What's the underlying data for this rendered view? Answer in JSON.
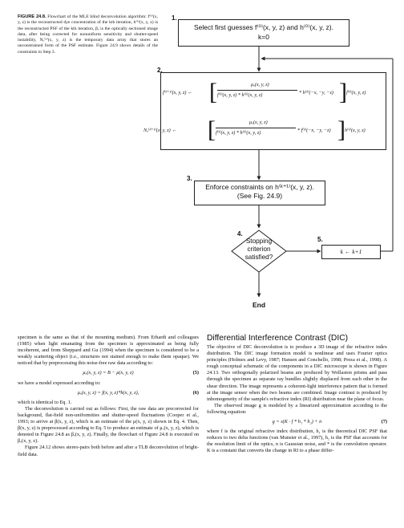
{
  "caption": {
    "label": "FIGURE 24.8.",
    "text": "Flowchart of the MLE blind deconvolution algorithm: f⁽ᵏ⁾(x, y, z) is the reconstructed dye concentration of the kth iteration, h⁽ᵏ⁾(x, y, z) is the reconstructed PSF of the kth iteration, βₒ is the optically sectioned image data, after being corrected for nonuniform sensitivity and shutter-speed instability, Nₒ⁽ᵏ⁾(x, y, z) is the temporary data array that stores an unconstrained form of the PSF estimate. Figure 24.9 shows details of the constraints in Step 3."
  },
  "flowchart": {
    "step1_num": "1.",
    "step1_text": "Select first guesses f⁽⁰⁾(x, y, z) and h⁽⁰⁾(x, y, z).",
    "step1_k": "k=0",
    "step2_num": "2.",
    "eq1_lhs": "f⁽ᵏ⁺¹⁾(x, y, z) ←",
    "eq1_num": "μₒ(x, y, z)",
    "eq1_den": "f⁽ᵏ⁾(x, y, z) * h⁽ᵏ⁾(x, y, z)",
    "eq1_rhs": "* h⁽ᵏ⁾(−x, −y, −z)",
    "eq1_tail": "f⁽ᵏ⁾(x, y, z)",
    "eq2_lhs": "Nₒ⁽ᵏ⁺¹⁾(x, y, z) ←",
    "eq2_num": "μₒ(x, y, z)",
    "eq2_den": "f⁽ᵏ⁾(x, y, z) * h⁽ᵏ⁾(x, y, z)",
    "eq2_rhs": "* f⁽ᵏ⁾(−x, −y, −z)",
    "eq2_tail": "h⁽ᵏ⁾(x, y, z)",
    "step3_num": "3.",
    "step3_text": "Enforce constraints on h⁽ᵏ⁺¹⁾(x, y, z).",
    "step3_sub": "(See Fig. 24.9)",
    "step4_num": "4.",
    "step4_l1": "Stopping",
    "step4_l2": "criterion",
    "step4_l3": "satisfied?",
    "step5_num": "5.",
    "step5_text": "k ← k+1",
    "end_text": "End"
  },
  "left_column": {
    "para1": "specimen is the same as that of the mounting medium). From Erhardt and colleagues (1985) when light emanating from the specimen is approximated as being fully incoherent, and from Sheppard and Gu (1994) when the specimen is considered to be a weakly scattering object (i.e., structures not stained enough to make them opaque). We noticed that by preprocessing this noise-free raw data according to:",
    "eq5": "μₒ(x, y, z) = B − μ(x, y, z)",
    "eq5_num": "(5)",
    "para2": "we have a model expressed according to:",
    "eq6": "μₒ(x, y, z) = f(x, y, z)*h(x, y, z),",
    "eq6_num": "(6)",
    "para3": "which is identical to Eq. 1.",
    "para4": "The deconvolution is carried out as follows: First, the raw data are precorrected for background, flat-field non-uniformities and shutter-speed fluctuations (Cooper et al., 1993; to arrive at β(x, y, z), which is an estimate of the μ(x, y, z) shown in Eq. 4. Then, β(x, y, z) is preprocessed according to Eq. 5 to produce an estimate of μₒ(x, y, z), which is denoted in Figure 24.8 as βₒ(x, y, z). Finally, the flowchart of Figure 24.8 is executed on βₒ(x, y, z).",
    "para5": "Figure 24.12 shows stereo-pairs both before and after a TLB deconvolution of bright-field data."
  },
  "right_column": {
    "heading": "Differential Interference Contrast (DIC)",
    "para1": "The objective of DIC deconvolution is to produce a 3D image of the refractive index distribution. The DIC image formation model is nonlinear and uses Fourier optics principles (Holmes and Levy, 1987; Hansen and Conchello, 1998; Preza et al., 1998). A rough conceptual schematic of the components in a DIC microscope is shown in Figure 24.13. Two orthogonally polarized beams are produced by Wollaston prisms and pass through the specimen as separate ray bundles slightly displaced from each other in the shear direction. The image represents a coherent-light interference pattern that is formed at the image sensor when the two beams are combined. Image contrast is produced by inhomogeneity of the sample's refractive index (RI) distribution near the plane of focus.",
    "para2": "The observed image g is modeled by a linearized approximation according to the following equation:",
    "eq7": "g = s(K · f * h₁ * h₂) + n",
    "eq7_num": "(7)",
    "para3": "where f is the original refractive index distribution, h₁ is the theoretical DIC PSF that reduces to two delta functions (van Munster et al., 1997), h₂ is the PSF that accounts for the resolution limit of the optics, n is Gaussian noise, and * is the convolution operator. K is a constant that converts the change in RI to a phase differ-"
  }
}
